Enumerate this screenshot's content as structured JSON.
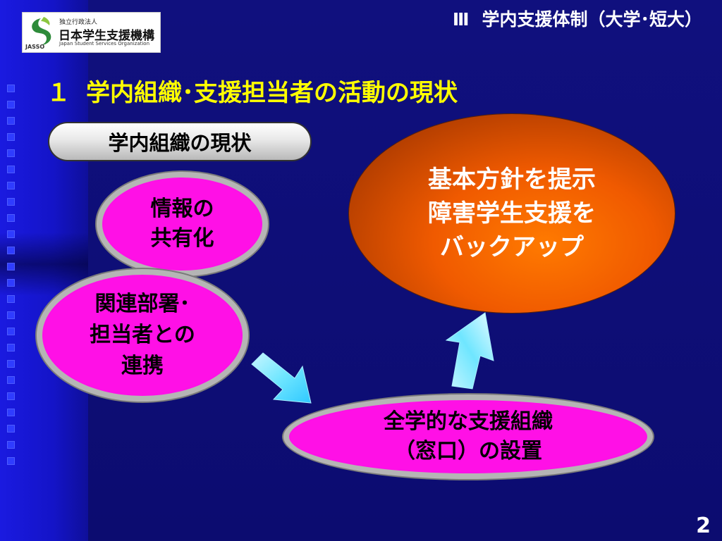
{
  "header": {
    "roman": "Ⅲ",
    "title": "学内支援体制（大学･短大）"
  },
  "logo": {
    "org_type": "独立行政法人",
    "name": "日本学生支援機構",
    "english": "Japan Student Services Organization",
    "abbr": "JASSO"
  },
  "section": {
    "number": "１",
    "title": "学内組織･支援担当者の活動の現状"
  },
  "subtitle_pill": "学内組織の現状",
  "nodes": {
    "info_sharing": {
      "line1": "情報の",
      "line2": "共有化"
    },
    "coordination": {
      "line1": "関連部署･",
      "line2": "担当者との",
      "line3": "連携"
    },
    "establishment": {
      "line1": "全学的な支援組織",
      "line2": "（窓口）の設置"
    },
    "policy": {
      "line1": "基本方針を提示",
      "line2": "障害学生支援を",
      "line3": "バックアップ"
    }
  },
  "colors": {
    "background": "#0e0e7a",
    "accent_yellow": "#ffff00",
    "magenta": "#ff10e6",
    "orange": "#f05a00",
    "arrow_cyan": "#7fe8ff"
  },
  "page_number": "2"
}
